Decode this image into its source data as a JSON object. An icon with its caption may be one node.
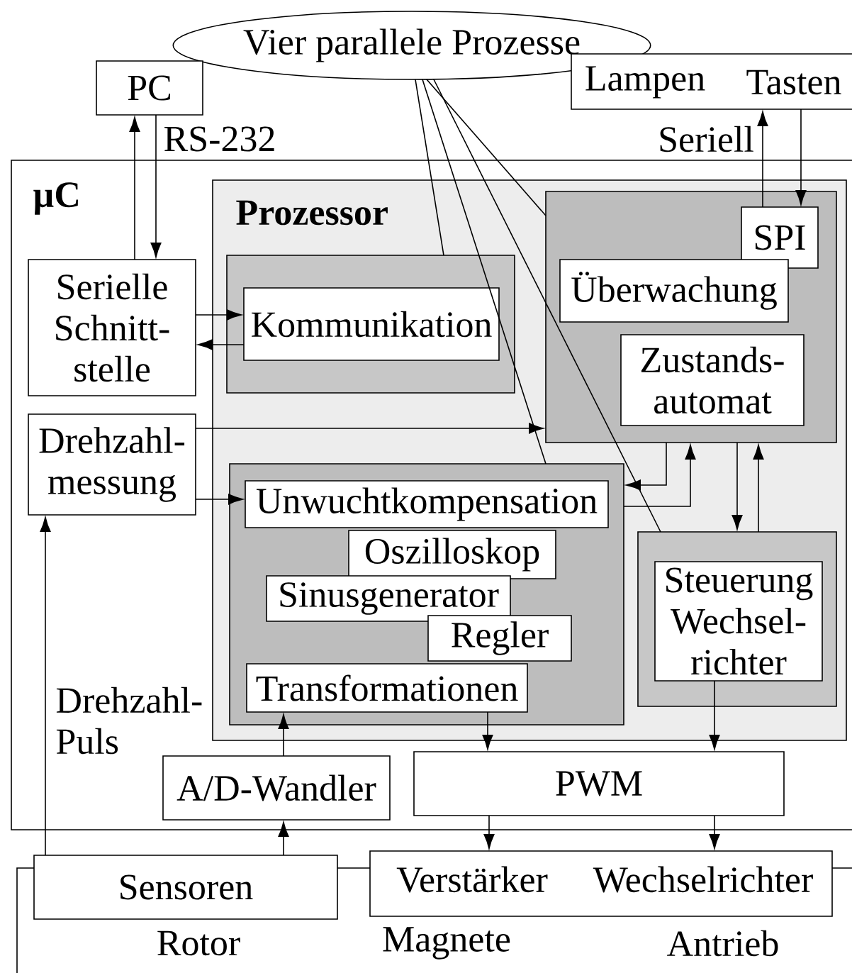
{
  "diagram": {
    "nodes": [
      {
        "text": [
          "Vier parallele Prozesse"
        ]
      },
      {
        "text": [
          "PC"
        ]
      },
      {
        "text": [
          "Lampen",
          "Tasten"
        ]
      },
      {
        "text": [
          "µC"
        ]
      },
      {
        "text": [
          "Prozessor"
        ],
        "in": 3
      },
      {
        "text": [],
        "shape": "box",
        "in": 4
      },
      {
        "text": [
          "Kommunikation"
        ],
        "in": 5
      },
      {
        "text": [],
        "shape": "box",
        "in": 4
      },
      {
        "text": [
          "SPI"
        ],
        "in": 7
      },
      {
        "text": [
          "Überwachung"
        ],
        "in": 7
      },
      {
        "text": [
          "Zustands- automat"
        ],
        "in": 7
      },
      {
        "text": [],
        "shape": "box",
        "in": 4
      },
      {
        "text": [
          "Unwuchtkompensation"
        ],
        "in": 11
      },
      {
        "text": [
          "Oszilloskop"
        ],
        "in": 11
      },
      {
        "text": [
          "Sinusgenerator"
        ],
        "in": 11
      },
      {
        "text": [
          "Regler"
        ],
        "in": 11
      },
      {
        "text": [
          "Transformationen"
        ],
        "in": 11
      },
      {
        "text": [],
        "shape": "box",
        "in": 4
      },
      {
        "text": [
          "Steuerung Wechsel- richter"
        ],
        "in": 17
      },
      {
        "text": [
          "Serielle Schnitt- stelle"
        ],
        "in": 3
      },
      {
        "text": [
          "Drehzahl- messung"
        ],
        "in": 3
      },
      {
        "text": [
          "A/D-Wandler"
        ],
        "in": 3
      },
      {
        "text": [
          "PWM"
        ],
        "in": 3
      },
      {
        "text": [
          "Rotor",
          "Magnete",
          "Antrieb"
        ]
      },
      {
        "text": [
          "Sensoren"
        ]
      },
      {
        "text": [
          "Verstärker",
          "Wechselrichter"
        ]
      }
    ],
    "edges": [
      {
        "from": 19,
        "to": 1,
        "arrow": "to"
      },
      {
        "from": 1,
        "to": 19,
        "arrow": "to"
      },
      {
        "from": 8,
        "to": 2,
        "arrow": "to"
      },
      {
        "from": 2,
        "to": 8,
        "arrow": "to"
      },
      {
        "from": 19,
        "to": 6,
        "arrow": "to"
      },
      {
        "from": 6,
        "to": 19,
        "arrow": "to"
      },
      {
        "from": 20,
        "to": 7,
        "arrow": "to"
      },
      {
        "from": 20,
        "to": 12,
        "arrow": "to"
      },
      {
        "from": 7,
        "to": 11,
        "arrow": "to"
      },
      {
        "from": 11,
        "to": 7,
        "arrow": "to"
      },
      {
        "from": 7,
        "to": 17,
        "arrow": "to"
      },
      {
        "from": 17,
        "to": 7,
        "arrow": "to"
      },
      {
        "from": 21,
        "to": 16,
        "arrow": "to"
      },
      {
        "from": 16,
        "to": 22,
        "arrow": "to"
      },
      {
        "from": 18,
        "to": 22,
        "arrow": "to"
      },
      {
        "from": 24,
        "to": 21,
        "arrow": "to"
      },
      {
        "from": 22,
        "to": 25,
        "arrow": "to"
      },
      {
        "from": 22,
        "to": 25,
        "arrow": "to"
      },
      {
        "from": 24,
        "to": 20,
        "arrow": "to",
        "label": "Drehzahl- Puls"
      },
      {
        "from": 0,
        "to": 5,
        "arrow": "none"
      },
      {
        "from": 0,
        "to": 11,
        "arrow": "none"
      },
      {
        "from": 0,
        "to": 17,
        "arrow": "none"
      },
      {
        "from": 0,
        "to": 7,
        "arrow": "none"
      }
    ],
    "labels": [
      "RS-232",
      "Seriell"
    ]
  }
}
